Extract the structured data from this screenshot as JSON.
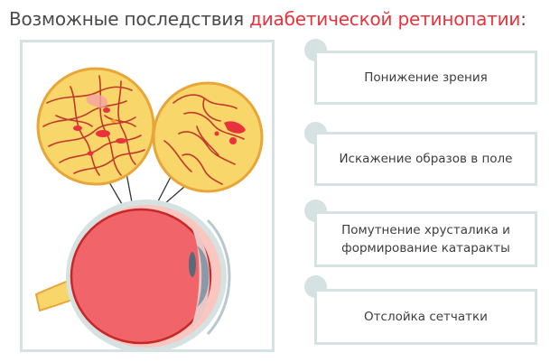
{
  "title": {
    "prefix": "Возможные последствия ",
    "accent": "диабетической ретинопатии",
    "suffix": ":"
  },
  "consequences": [
    "Понижение зрения",
    "Искажение образов в поле",
    "Помутнение хрусталика и формирование катаракты",
    "Отслойка сетчатки"
  ],
  "colors": {
    "accent": "#e8323c",
    "frame": "#d6e2e2",
    "text": "#3d3d3d",
    "zoom_fill": "#f8d66a",
    "zoom_border": "#e8a53a",
    "vessel": "#c0392b",
    "eye_fill": "#f1646a",
    "sclera": "#f9c6c0",
    "nerve": "#f8d66a"
  }
}
